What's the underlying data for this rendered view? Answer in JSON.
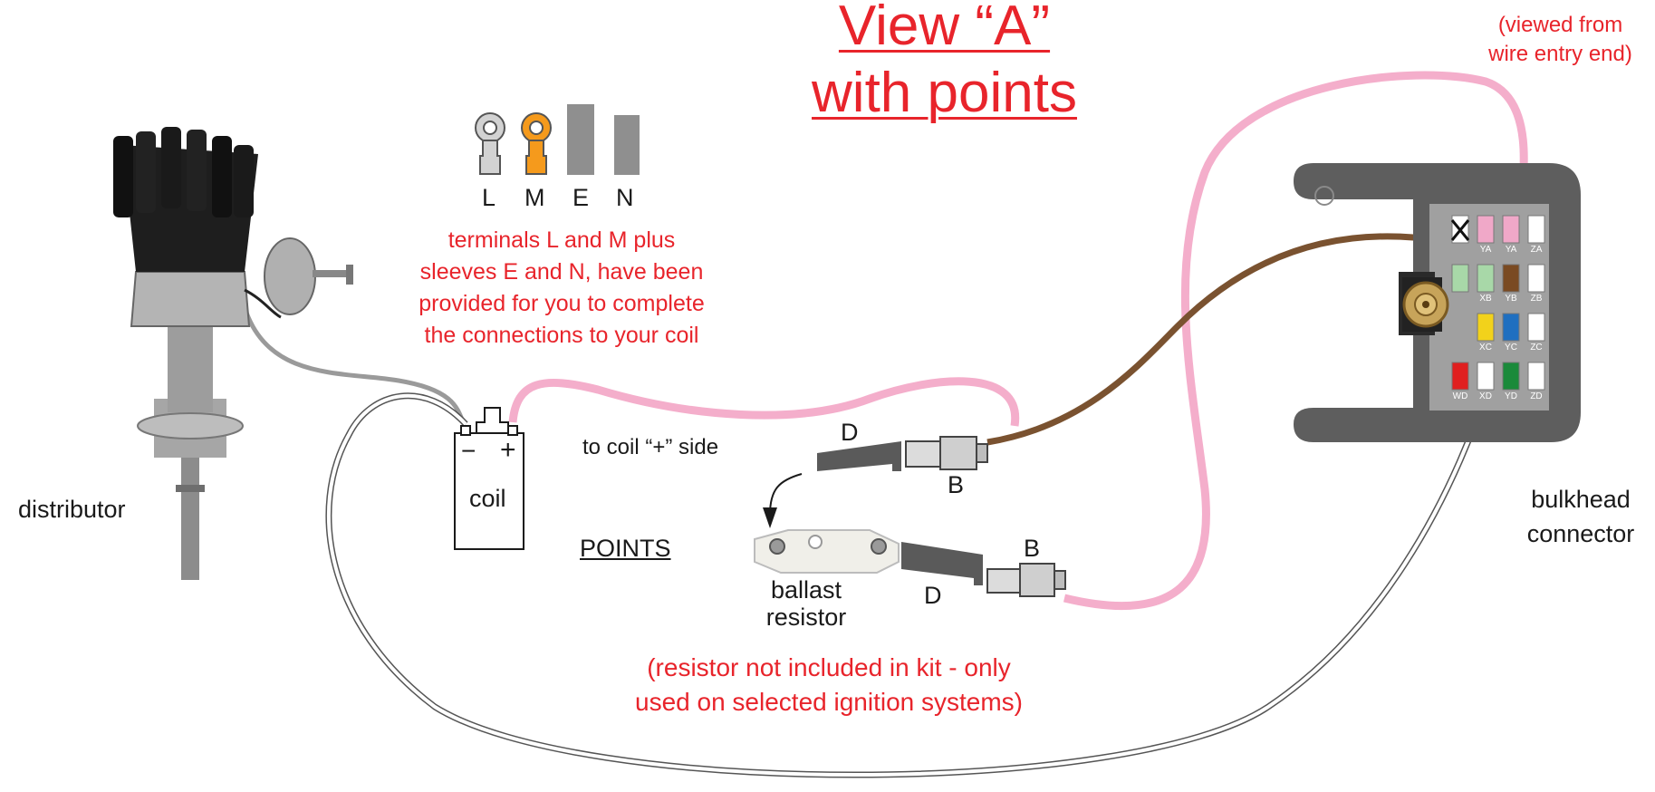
{
  "title": {
    "line1": "View “A”",
    "line2": "with points"
  },
  "note_viewed_from": {
    "line1": "(viewed from",
    "line2": "wire entry end)"
  },
  "terminals": {
    "letters": [
      "L",
      "M",
      "E",
      "N"
    ],
    "caption": [
      "terminals L and M plus",
      "sleeves E and N, have been",
      "provided for you to complete",
      "the connections to your coil"
    ]
  },
  "components": {
    "distributor": "distributor",
    "coil": "coil",
    "coil_minus": "−",
    "coil_plus": "+",
    "to_coil_plus": "to coil “+” side",
    "points": "POINTS",
    "ballast_line1": "ballast",
    "ballast_line2": "resistor",
    "bulkhead_line1": "bulkhead",
    "bulkhead_line2": "connector"
  },
  "connector_letters": {
    "D_top": "D",
    "B_top": "B",
    "B_bottom": "B",
    "D_bottom": "D"
  },
  "resistor_note": {
    "line1": "(resistor not included in kit - only",
    "line2": "used on selected ignition systems)"
  },
  "bulkhead_pins": [
    {
      "label": "",
      "color": "#ffffff"
    },
    {
      "label": "YA",
      "color": "#f0a8c8"
    },
    {
      "label": "YA",
      "color": "#f0a8c8"
    },
    {
      "label": "ZA",
      "color": "#ffffff"
    },
    {
      "label": "",
      "color": "#a8d8a8"
    },
    {
      "label": "XB",
      "color": "#a8d8a8"
    },
    {
      "label": "YB",
      "color": "#7a4a22"
    },
    {
      "label": "ZB",
      "color": "#ffffff"
    },
    {
      "label": "XC",
      "color": "#f2d21b"
    },
    {
      "label": "YC",
      "color": "#1f6fc0"
    },
    {
      "label": "ZC",
      "color": "#ffffff"
    },
    {
      "label": "WD",
      "color": "#e01f1f"
    },
    {
      "label": "XD",
      "color": "#ffffff"
    },
    {
      "label": "YD",
      "color": "#1a8a3a"
    },
    {
      "label": "ZD",
      "color": "#ffffff"
    }
  ],
  "wire_colors": {
    "pink": "#f4aecb",
    "brown": "#7a5230",
    "grey": "#9a9a9a",
    "white_outline": "#555555"
  }
}
